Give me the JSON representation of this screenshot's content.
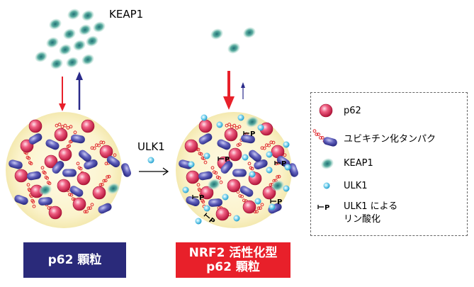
{
  "keap1_label": "KEAP1",
  "ulk1_label": "ULK1",
  "left_caption": "p62 顆粒",
  "right_caption_line1": "NRF2 活性化型",
  "right_caption_line2": "p62 顆粒",
  "legend": {
    "p62": "p62",
    "ubiquitinated_protein": "ユビキチン化タンパク",
    "keap1": "KEAP1",
    "ulk1": "ULK1",
    "phospho_line1": "ULK1 による",
    "phospho_line2": "リン酸化"
  },
  "phospho_mark": "P",
  "colors": {
    "granule_fill": "#fdf7d6",
    "p62": "#e8335a",
    "ubiquitin_chain": "#e0282e",
    "protein": "#4a4aa8",
    "keap1": "#3a9a8a",
    "ulk1": "#3ab8e0",
    "arrow_red": "#e8202a",
    "arrow_blue": "#2a2a8a",
    "box_left": "#2a2a7a",
    "box_right": "#e8202a"
  }
}
